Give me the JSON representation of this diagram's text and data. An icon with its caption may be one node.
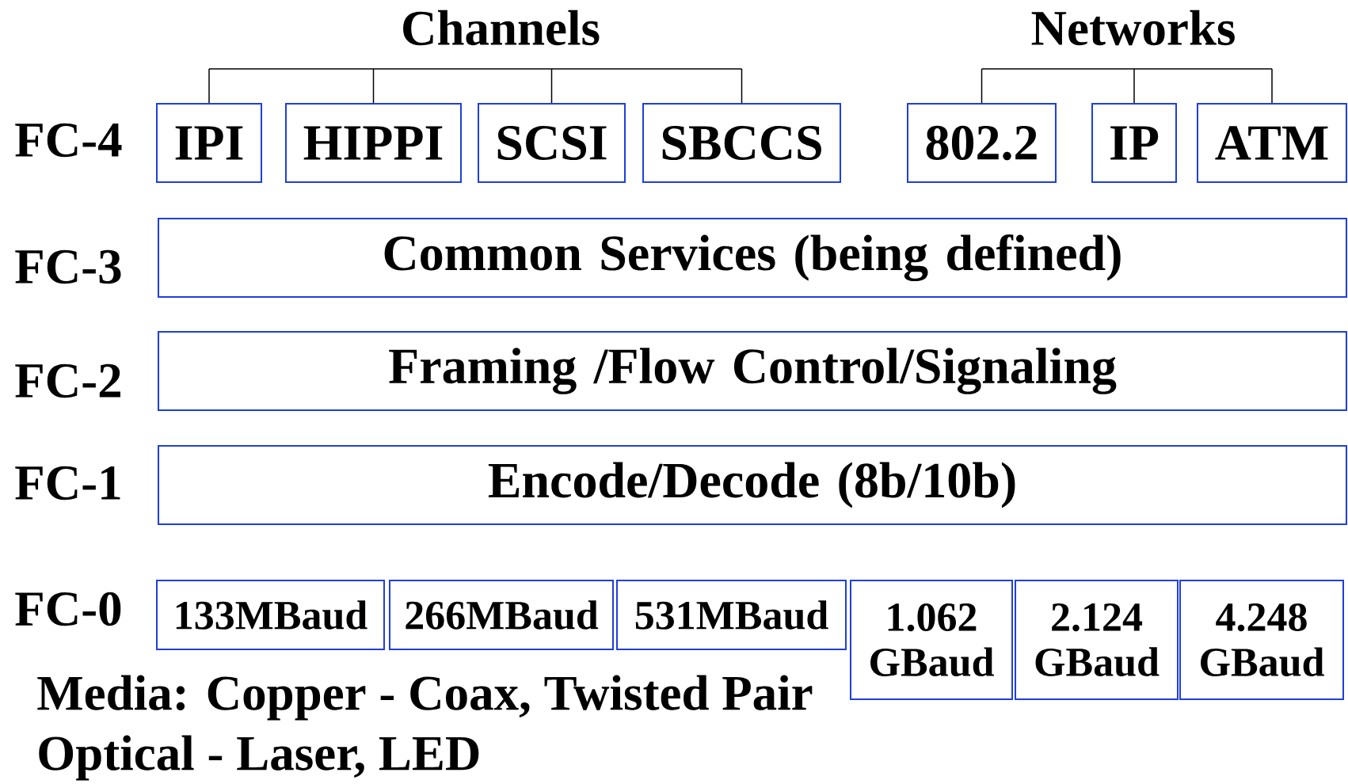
{
  "diagram": {
    "nodes": [
      {
        "text": [
          "IPI"
        ]
      },
      {
        "text": [
          "HIPPI"
        ]
      },
      {
        "text": [
          "SCSI"
        ]
      },
      {
        "text": [
          "SBCCS"
        ]
      },
      {
        "text": [
          "802.2"
        ]
      },
      {
        "text": [
          "IP"
        ]
      },
      {
        "text": [
          "ATM"
        ]
      },
      {
        "text": [
          "Common Services (being defined)"
        ]
      },
      {
        "text": [
          "Framing /Flow Control/Signaling"
        ]
      },
      {
        "text": [
          "Encode/Decode (8b/10b)"
        ]
      },
      {
        "text": [
          "133MBaud"
        ]
      },
      {
        "text": [
          "266MBaud"
        ]
      },
      {
        "text": [
          "531MBaud"
        ]
      },
      {
        "text": [
          "1.062 GBaud"
        ]
      },
      {
        "text": [
          "2.124 GBaud"
        ]
      },
      {
        "text": [
          "4.248 GBaud"
        ]
      }
    ],
    "labels": [
      "Channels",
      "Networks",
      "FC-4",
      "FC-3",
      "FC-2",
      "FC-1",
      "FC-0",
      "Media: Copper - Coax, Twisted Pair",
      "Optical - Laser, LED"
    ]
  }
}
